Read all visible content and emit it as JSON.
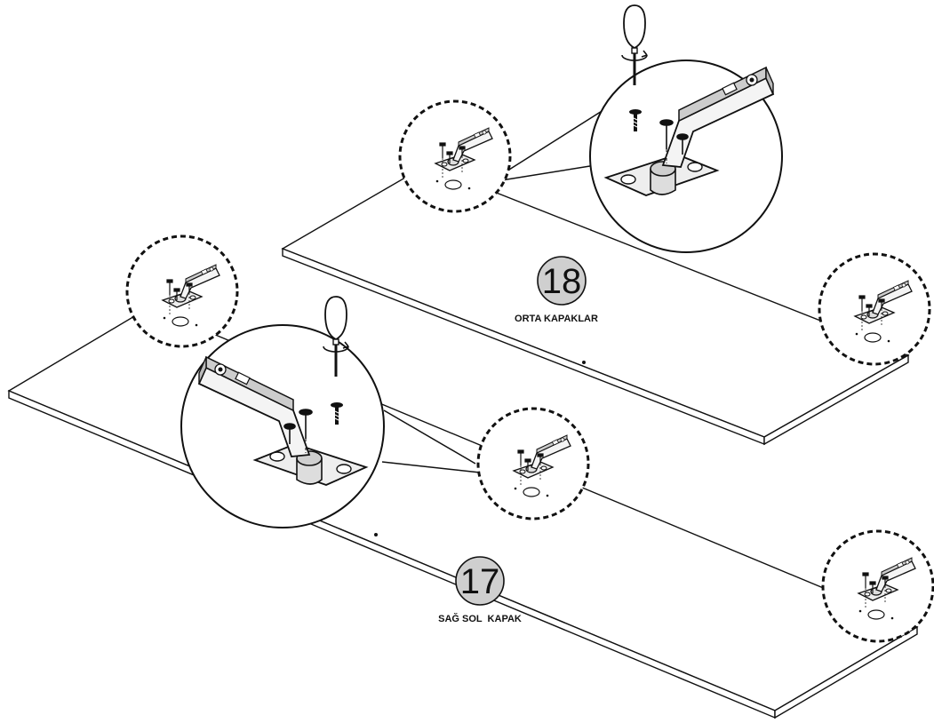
{
  "panels": [
    {
      "number": "18",
      "label": "ORTA KAPAKLAR"
    },
    {
      "number": "17",
      "label": "SAĞ SOL  KAPAK"
    }
  ],
  "colors": {
    "stroke": "#111111",
    "badge_fill": "#cfcfcf",
    "hinge_fill": "#e6e6e6"
  },
  "icons": [
    "screwdriver-icon",
    "rotation-arrow-icon",
    "screw-icon",
    "hinge-icon"
  ]
}
